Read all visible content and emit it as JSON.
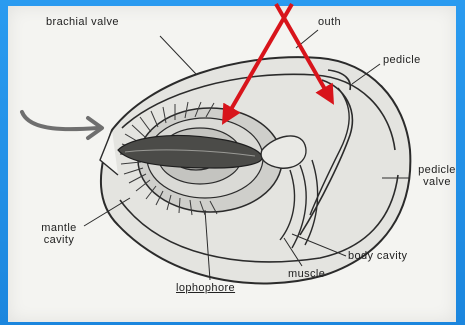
{
  "labels": {
    "brachial_valve": "brachial valve",
    "mouth": "outh",
    "pedicle": "pedicle",
    "pedicle_valve_1": "pedicle",
    "pedicle_valve_2": "valve",
    "mantle_cavity_1": "mantle",
    "mantle_cavity_2": "cavity",
    "body_cavity": "body cavity",
    "muscle": "muscle",
    "lophophore": "lophophore"
  },
  "colors": {
    "background": "#1e8fe6",
    "paper": "#f4f4f1",
    "arrow_red": "#d8141b",
    "ink": "#2b2b2b",
    "gray_arrow": "#6f6f6f"
  }
}
